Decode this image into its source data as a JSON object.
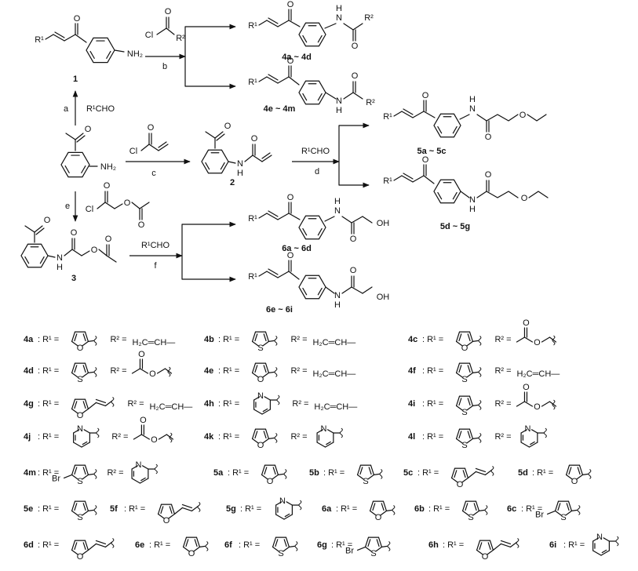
{
  "compounds": {
    "c1": "1",
    "c2": "2",
    "c3": "3",
    "c4ad": "4a ~ 4d",
    "c4em": "4e ~ 4m",
    "c5ac": "5a ~ 5c",
    "c5dg": "5d ~ 5g",
    "c6ad": "6a ~ 6d",
    "c6ei": "6e ~ 6i"
  },
  "steps": {
    "a": "a",
    "b": "b",
    "c": "c",
    "d": "d",
    "e": "e",
    "f": "f",
    "reagent_rcho": "R¹CHO"
  },
  "atoms": {
    "R1": "R¹",
    "R2": "R²",
    "O": "O",
    "Cl": "Cl",
    "N": "N",
    "NH2": "NH₂",
    "H": "H",
    "OH": "OH",
    "S": "S",
    "Br": "Br"
  },
  "legend": [
    {
      "id": "4a",
      "r1": "furyl",
      "r2": "H₂C═CH—"
    },
    {
      "id": "4b",
      "r1": "thienyl",
      "r2": "H₂C═CH—"
    },
    {
      "id": "4c",
      "r1": "furyl",
      "r2": "acetoxymethyl"
    },
    {
      "id": "4d",
      "r1": "thienyl",
      "r2": "acetoxymethyl"
    },
    {
      "id": "4e",
      "r1": "furyl",
      "r2": "H₂C═CH—"
    },
    {
      "id": "4f",
      "r1": "thienyl",
      "r2": "H₂C═CH—"
    },
    {
      "id": "4g",
      "r1": "furylvinyl",
      "r2": "H₂C═CH—"
    },
    {
      "id": "4h",
      "r1": "pyridyl",
      "r2": "H₂C═CH—"
    },
    {
      "id": "4i",
      "r1": "thienyl",
      "r2": "acetoxymethyl"
    },
    {
      "id": "4j",
      "r1": "pyridyl",
      "r2": "acetoxymethyl"
    },
    {
      "id": "4k",
      "r1": "furyl",
      "r2": "pyridyl"
    },
    {
      "id": "4l",
      "r1": "thienyl",
      "r2": "pyridyl"
    },
    {
      "id": "4m",
      "r1": "bromothienyl",
      "r2": "pyridyl"
    },
    {
      "id": "5a",
      "r1": "furyl"
    },
    {
      "id": "5b",
      "r1": "thienyl"
    },
    {
      "id": "5c",
      "r1": "furylvinyl"
    },
    {
      "id": "5d",
      "r1": "furyl"
    },
    {
      "id": "5e",
      "r1": "thienyl"
    },
    {
      "id": "5f",
      "r1": "furylvinyl"
    },
    {
      "id": "5g",
      "r1": "pyridyl"
    },
    {
      "id": "6a",
      "r1": "furyl"
    },
    {
      "id": "6b",
      "r1": "thienyl"
    },
    {
      "id": "6c",
      "r1": "bromothienyl"
    },
    {
      "id": "6d",
      "r1": "furylvinyl"
    },
    {
      "id": "6e",
      "r1": "furyl"
    },
    {
      "id": "6f",
      "r1": "thienyl"
    },
    {
      "id": "6g",
      "r1": "bromothienyl"
    },
    {
      "id": "6h",
      "r1": "furylvinyl"
    },
    {
      "id": "6i",
      "r1": "pyridyl"
    }
  ],
  "legend_text": {
    "r1_eq": ": R¹ =",
    "r2_eq": "R² =",
    "vinyl": "H₂C═CH—"
  }
}
